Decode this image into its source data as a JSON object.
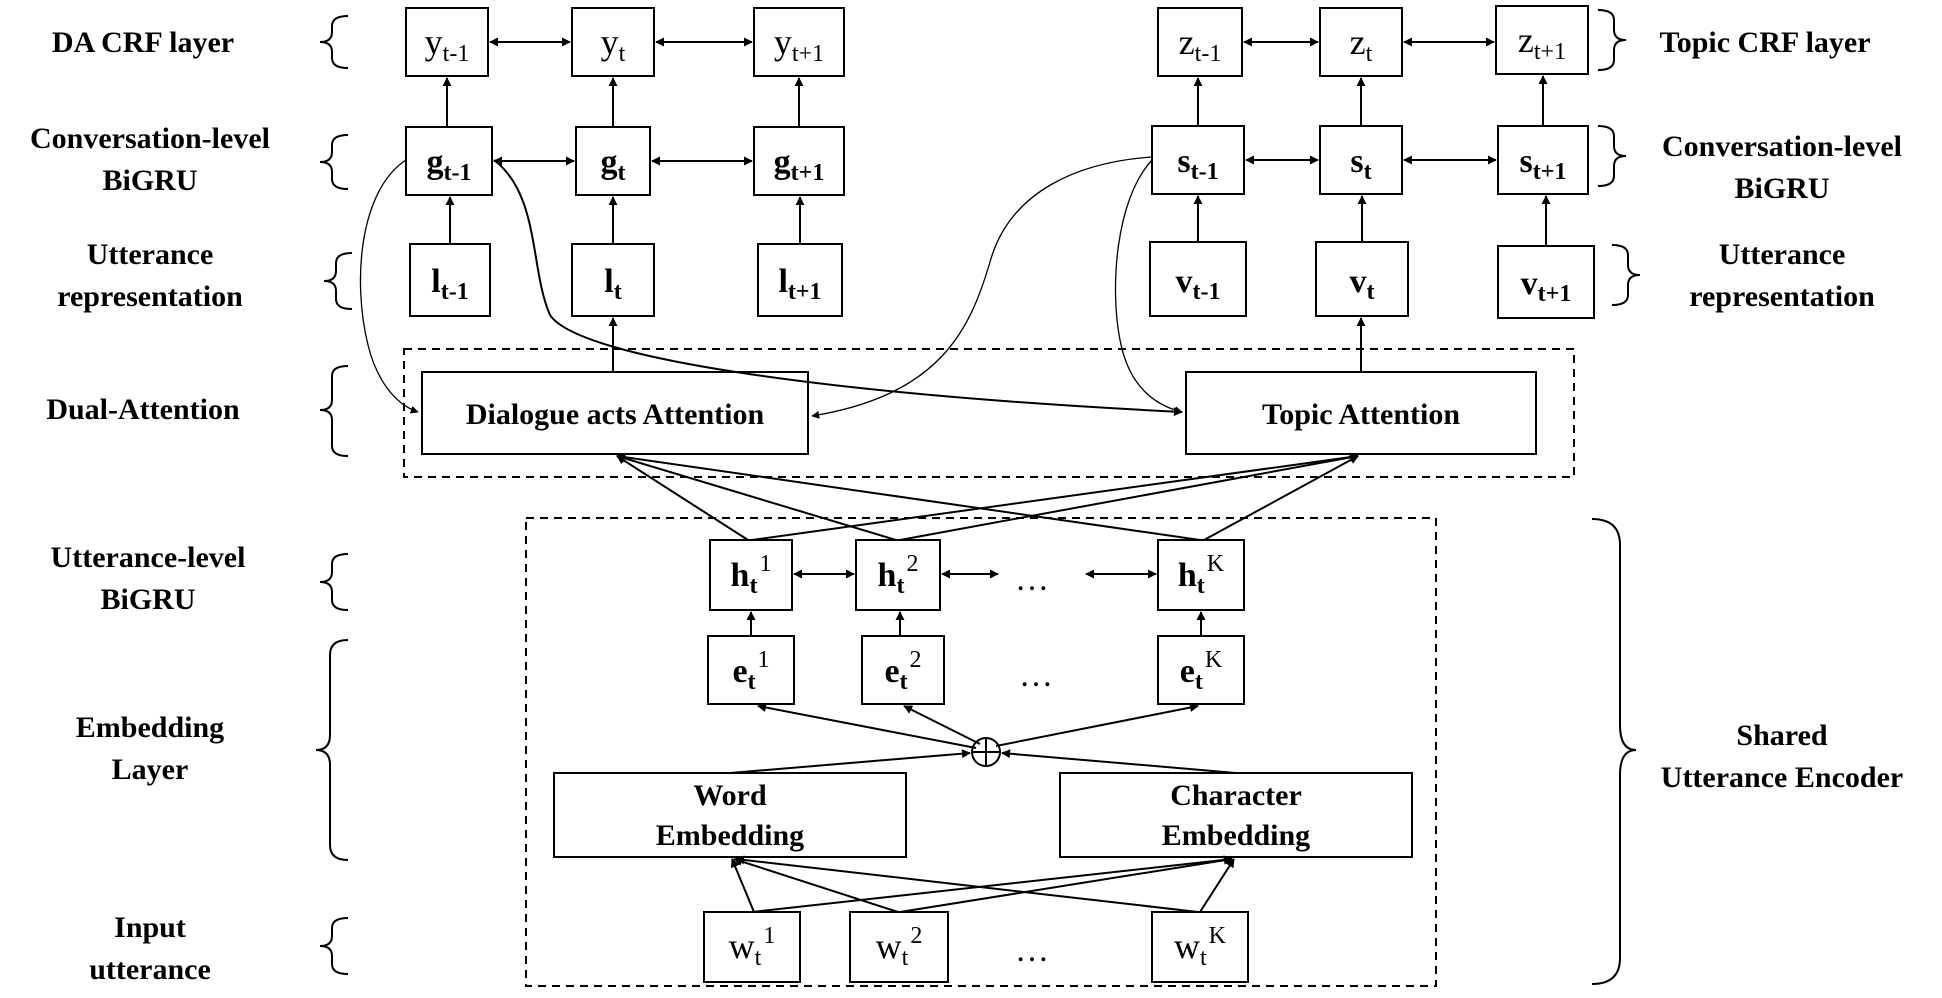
{
  "layers_left": [
    {
      "id": "da-crf",
      "lines": [
        "DA CRF layer"
      ]
    },
    {
      "id": "conv-bigru",
      "lines": [
        "Conversation-level",
        "BiGRU"
      ]
    },
    {
      "id": "utt-rep",
      "lines": [
        "Utterance",
        "representation"
      ]
    },
    {
      "id": "dual-attention",
      "lines": [
        "Dual-Attention"
      ]
    },
    {
      "id": "utt-bigru",
      "lines": [
        "Utterance-level",
        "BiGRU"
      ]
    },
    {
      "id": "embedding-layer",
      "lines": [
        "Embedding",
        "Layer"
      ]
    },
    {
      "id": "input-utterance",
      "lines": [
        "Input",
        "utterance"
      ]
    }
  ],
  "layers_right": [
    {
      "id": "topic-crf",
      "lines": [
        "Topic CRF layer"
      ]
    },
    {
      "id": "conv-bigru-r",
      "lines": [
        "Conversation-level",
        "BiGRU"
      ]
    },
    {
      "id": "utt-rep-r",
      "lines": [
        "Utterance",
        "representation"
      ]
    },
    {
      "id": "shared-encoder",
      "lines": [
        "Shared",
        "Utterance Encoder"
      ]
    }
  ],
  "nodes": {
    "y_prev": {
      "base": "y",
      "sub": "t-1"
    },
    "y_t": {
      "base": "y",
      "sub": "t"
    },
    "y_next": {
      "base": "y",
      "sub": "t+1"
    },
    "z_prev": {
      "base": "z",
      "sub": "t-1"
    },
    "z_t": {
      "base": "z",
      "sub": "t"
    },
    "z_next": {
      "base": "z",
      "sub": "t+1"
    },
    "g_prev": {
      "base": "g",
      "sub": "t-1"
    },
    "g_t": {
      "base": "g",
      "sub": "t"
    },
    "g_next": {
      "base": "g",
      "sub": "t+1"
    },
    "s_prev": {
      "base": "s",
      "sub": "t-1"
    },
    "s_t": {
      "base": "s",
      "sub": "t"
    },
    "s_next": {
      "base": "s",
      "sub": "t+1"
    },
    "l_prev": {
      "base": "l",
      "sub": "t-1"
    },
    "l_t": {
      "base": "l",
      "sub": "t"
    },
    "l_next": {
      "base": "l",
      "sub": "t+1"
    },
    "v_prev": {
      "base": "v",
      "sub": "t-1"
    },
    "v_t": {
      "base": "v",
      "sub": "t"
    },
    "v_next": {
      "base": "v",
      "sub": "t+1"
    },
    "h1": {
      "base": "h",
      "sub": "t",
      "sup": "1"
    },
    "h2": {
      "base": "h",
      "sub": "t",
      "sup": "2"
    },
    "hK": {
      "base": "h",
      "sub": "t",
      "sup": "K"
    },
    "e1": {
      "base": "e",
      "sub": "t",
      "sup": "1"
    },
    "e2": {
      "base": "e",
      "sub": "t",
      "sup": "2"
    },
    "eK": {
      "base": "e",
      "sub": "t",
      "sup": "K"
    },
    "w1": {
      "base": "w",
      "sub": "t",
      "sup": "1"
    },
    "w2": {
      "base": "w",
      "sub": "t",
      "sup": "2"
    },
    "wK": {
      "base": "w",
      "sub": "t",
      "sup": "K"
    }
  },
  "attention": {
    "dialogue_acts": "Dialogue acts Attention",
    "topic": "Topic Attention"
  },
  "embeddings": {
    "word": [
      "Word",
      "Embedding"
    ],
    "character": [
      "Character",
      "Embedding"
    ]
  },
  "ellipsis": "…",
  "concat_symbol": "⊕"
}
